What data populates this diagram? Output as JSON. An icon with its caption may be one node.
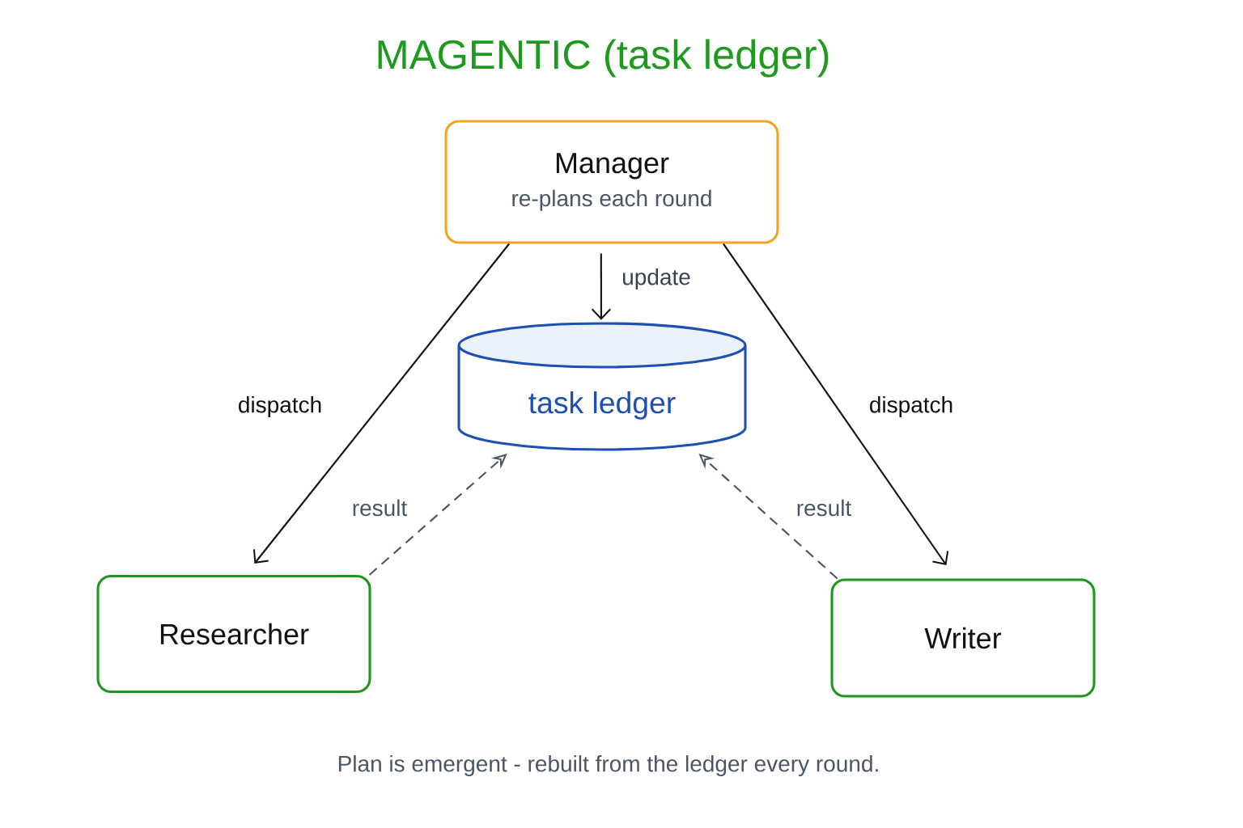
{
  "diagram": {
    "title": "MAGENTIC (task ledger)",
    "caption": "Plan is emergent - rebuilt from the ledger every round.",
    "nodes": [
      {
        "text": [
          "Manager",
          "re-plans each round"
        ]
      },
      {
        "text": [
          "task ledger"
        ]
      },
      {
        "text": [
          "Researcher"
        ]
      },
      {
        "text": [
          "Writer"
        ]
      }
    ],
    "edges": [
      {
        "from": 0,
        "to": 1,
        "arrow": "to",
        "label": "update"
      },
      {
        "from": 0,
        "to": 2,
        "arrow": "to",
        "label": "dispatch"
      },
      {
        "from": 0,
        "to": 3,
        "arrow": "to",
        "label": "dispatch"
      },
      {
        "from": 2,
        "to": 1,
        "arrow": "to",
        "label": "result",
        "style": "dashed",
        "color": "#4a5568"
      },
      {
        "from": 3,
        "to": 1,
        "arrow": "to",
        "label": "result",
        "style": "dashed",
        "color": "#4a5568"
      }
    ]
  }
}
